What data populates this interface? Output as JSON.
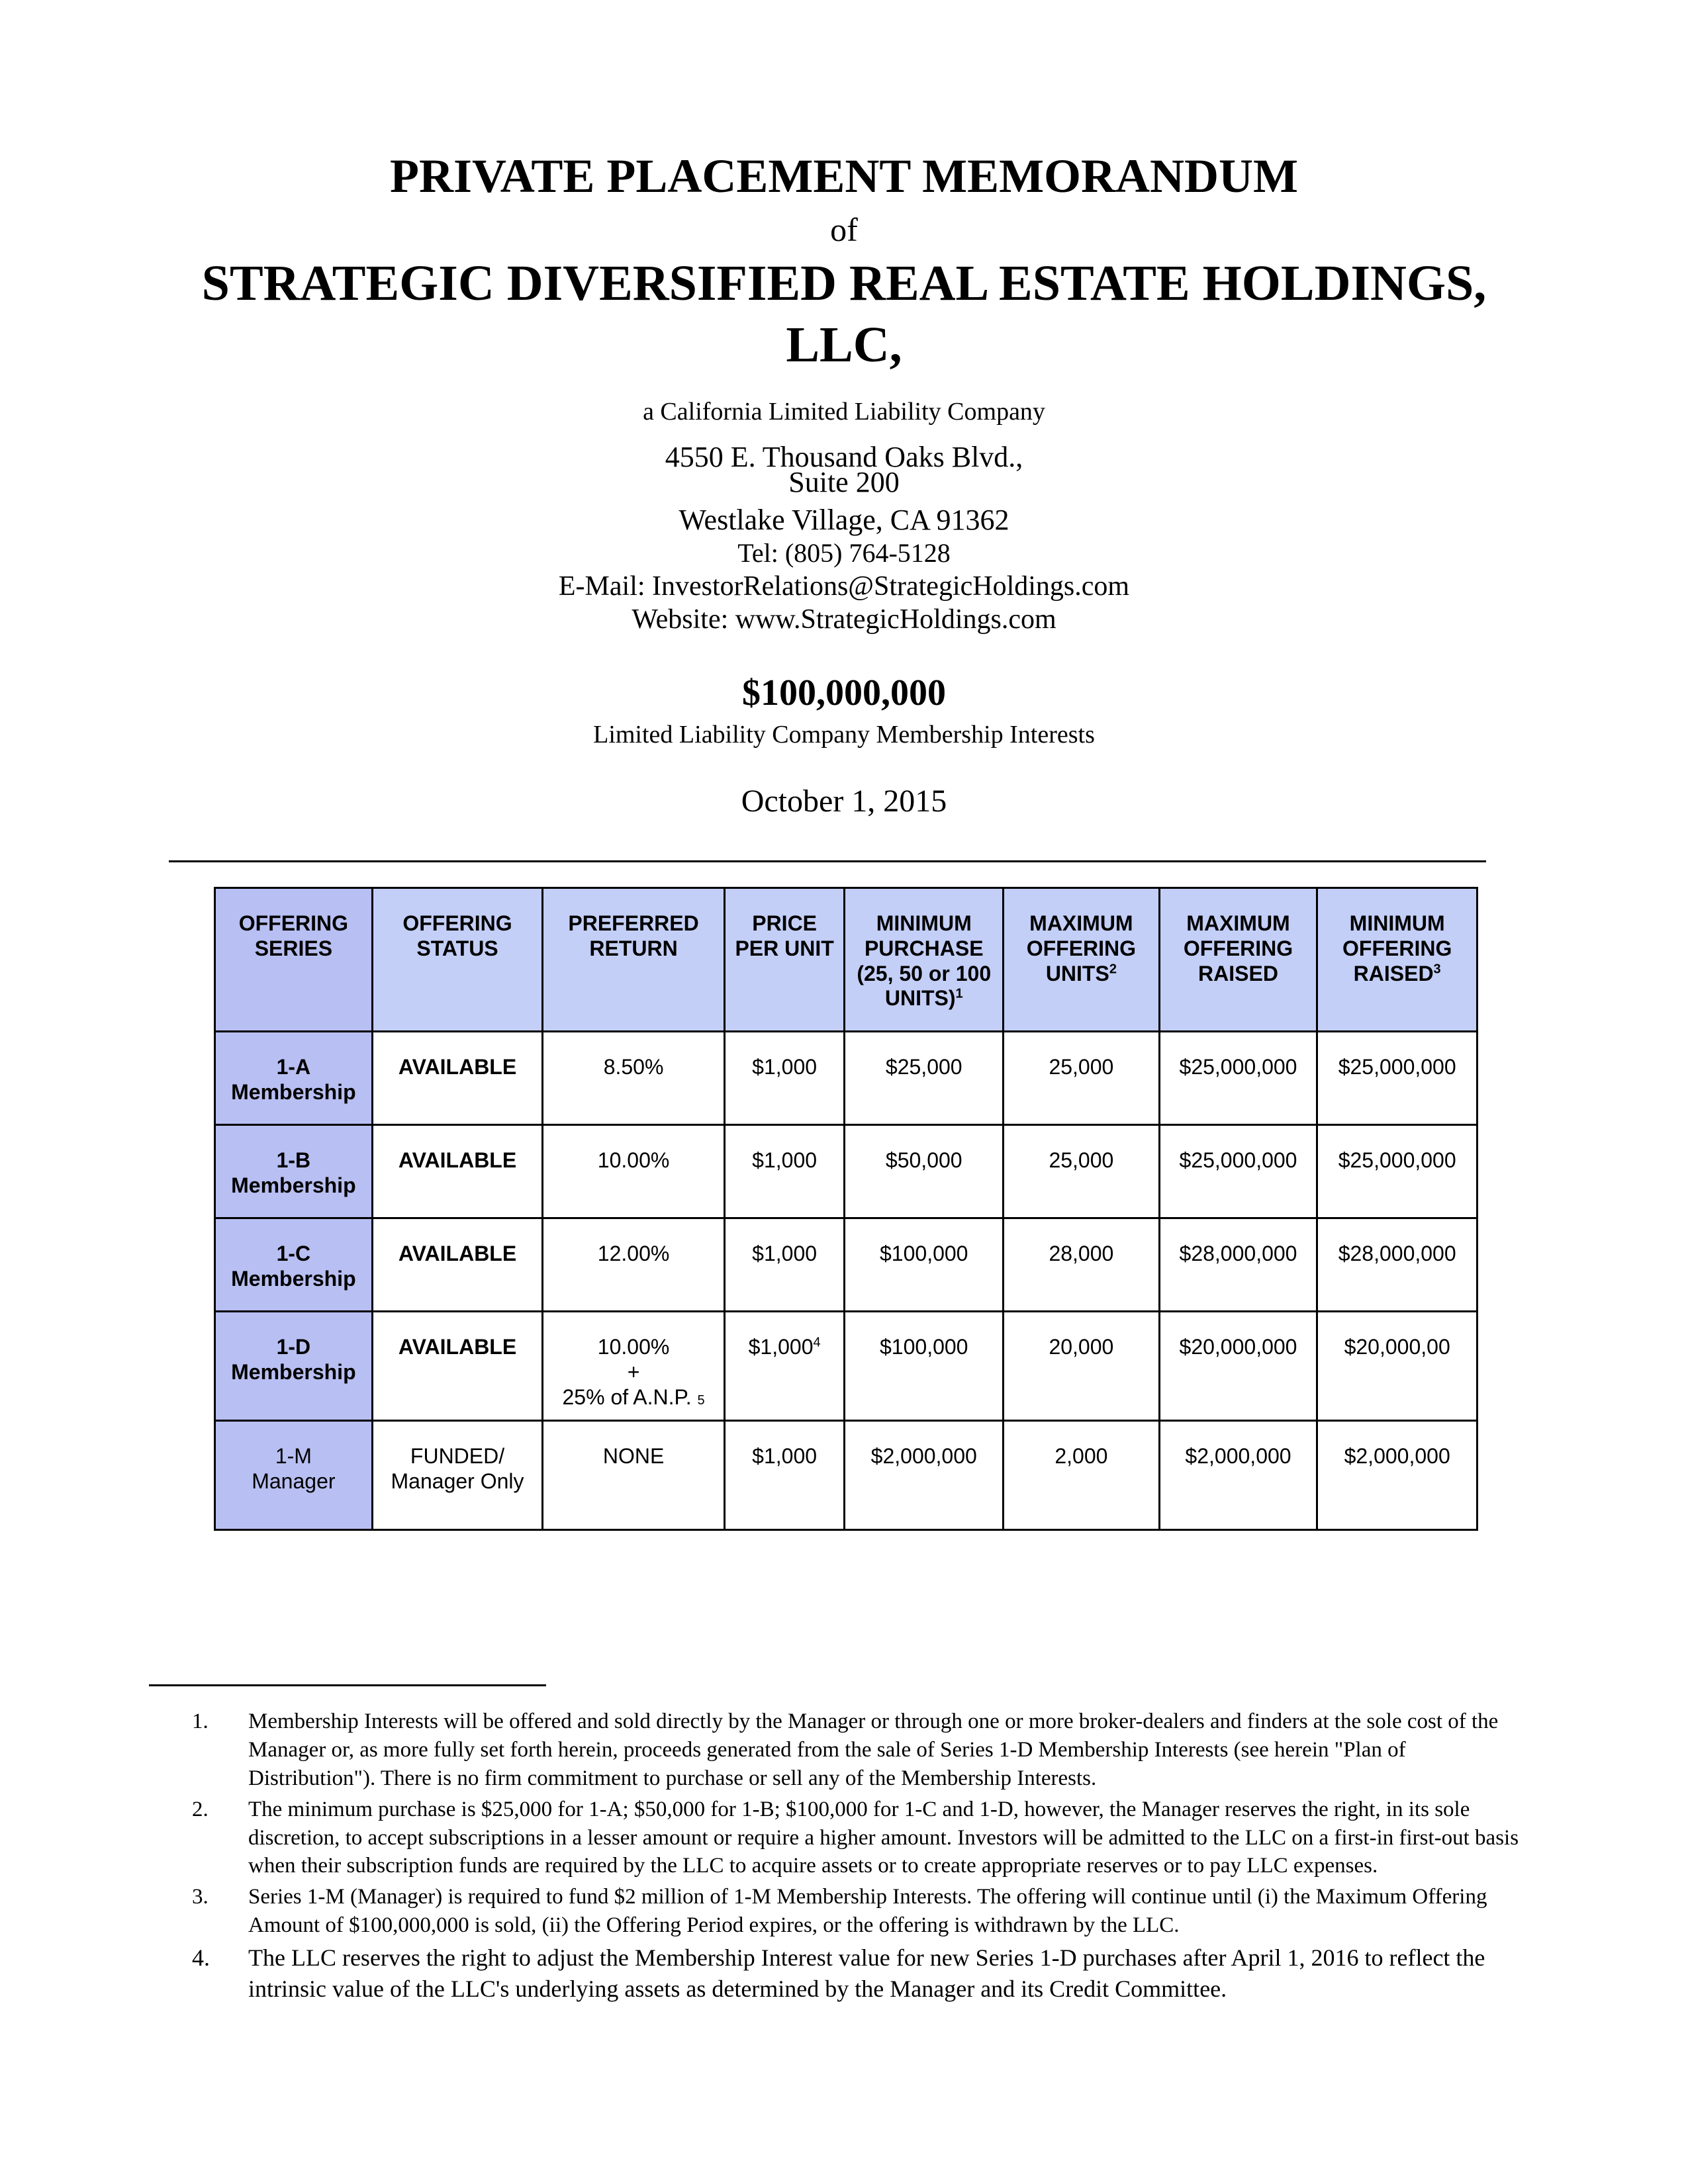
{
  "header": {
    "title": "PRIVATE PLACEMENT MEMORANDUM",
    "of": "of",
    "company_line1": "STRATEGIC DIVERSIFIED REAL ESTATE HOLDINGS,",
    "company_line2": "LLC,",
    "description": "a California Limited Liability Company",
    "address_line1": "4550 E. Thousand Oaks Blvd.,",
    "address_line2": "Suite 200",
    "address_line3": "Westlake Village, CA 91362",
    "tel": "Tel:  (805) 764-5128",
    "email": "E-Mail: InvestorRelations@StrategicHoldings.com",
    "website": "Website: www.StrategicHoldings.com",
    "amount": "$100,000,000",
    "interests": "Limited Liability Company Membership Interests",
    "date": "October 1, 2015"
  },
  "table": {
    "headers": {
      "series": "OFFERING SERIES",
      "status": "OFFERING STATUS",
      "preferred": "PREFERRED RETURN",
      "price": "PRICE PER UNIT",
      "min_purchase": "MINIMUM PURCHASE (25, 50 or 100 UNITS)",
      "min_purchase_sup": "1",
      "max_units": "MAXIMUM OFFERING UNITS",
      "max_units_sup": "2",
      "max_raised": "MAXIMUM OFFERING RAISED",
      "min_raised": "MINIMUM OFFERING RAISED",
      "min_raised_sup": "3"
    },
    "rows": [
      {
        "series_a": "1-A",
        "series_b": "Membership",
        "status": "AVAILABLE",
        "preferred": "8.50%",
        "price": "$1,000",
        "min_purchase": "$25,000",
        "max_units": "25,000",
        "max_raised": "$25,000,000",
        "min_raised": "$25,000,000"
      },
      {
        "series_a": "1-B",
        "series_b": "Membership",
        "status": "AVAILABLE",
        "preferred": "10.00%",
        "price": "$1,000",
        "min_purchase": "$50,000",
        "max_units": "25,000",
        "max_raised": "$25,000,000",
        "min_raised": "$25,000,000"
      },
      {
        "series_a": "1-C",
        "series_b": "Membership",
        "status": "AVAILABLE",
        "preferred": "12.00%",
        "price": "$1,000",
        "min_purchase": "$100,000",
        "max_units": "28,000",
        "max_raised": "$28,000,000",
        "min_raised": "$28,000,000"
      },
      {
        "series_a": "1-D",
        "series_b": "Membership",
        "status": "AVAILABLE",
        "preferred": "10.00%",
        "preferred_plus": "+",
        "preferred_extra": "25% of A.N.P.",
        "preferred_extra_sub": "5",
        "price": "$1,000",
        "price_sup": "4",
        "min_purchase": "$100,000",
        "max_units": "20,000",
        "max_raised": "$20,000,000",
        "min_raised": "$20,000,00"
      },
      {
        "series_a": "1-M",
        "series_b": "Manager",
        "status_a": "FUNDED/",
        "status_b": "Manager  Only",
        "preferred": "NONE",
        "price": "$1,000",
        "min_purchase": "$2,000,000",
        "max_units": "2,000",
        "max_raised": "$2,000,000",
        "min_raised": "$2,000,000"
      }
    ]
  },
  "footnotes": [
    {
      "num": "1.",
      "text": "Membership Interests will be offered and sold directly by the Manager or through one or more broker-dealers and finders at the   sole cost of the Manager or, as more fully set forth herein, proceeds generated from the sale of Series 1-D Membership Interests (see herein \"Plan of Distribution\").   There is no firm commitment to purchase or sell any of the   Membership Interests."
    },
    {
      "num": "2.",
      "text": "The minimum purchase is $25,000 for 1-A; $50,000 for 1-B; $100,000 for 1-C and 1-D, however, the Manager reserves the right, in its sole discretion, to accept subscriptions in a lesser amount or require a higher amount. Investors will be admitted to the LLC on a  first-in first-out basis when their subscription funds are required by the LLC to acquire assets or to create appropriate reserves or to pay LLC expenses."
    },
    {
      "num": "3.",
      "text": "Series 1-M (Manager) is required to fund $2 million of 1-M Membership Interests. The offering will continue until (i) the Maximum Offering Amount of $100,000,000 is sold, (ii) the Offering Period expires, or the offering is withdrawn by the LLC."
    },
    {
      "num": "4.",
      "text": "The LLC reserves the right to adjust the Membership Interest value for new Series 1-D purchases after April 1, 2016 to reflect the intrinsic value of the LLC's underlying assets as determined by the Manager and its Credit Committee."
    }
  ]
}
